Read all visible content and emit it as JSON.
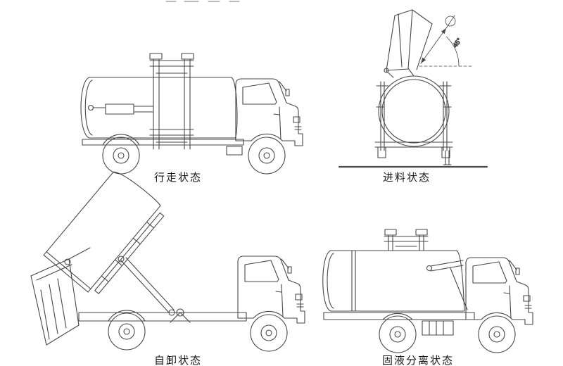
{
  "palette": {
    "background": "#ffffff",
    "line_color": "#474747",
    "text_color": "#1a1a1a"
  },
  "figures": {
    "travel": {
      "label": "行走状态"
    },
    "feed": {
      "label": "进料状态",
      "angle_label": "45°",
      "underline_color": "#00dcdc"
    },
    "dump": {
      "label": "自卸状态"
    },
    "separate": {
      "label": "固液分离状态"
    }
  }
}
